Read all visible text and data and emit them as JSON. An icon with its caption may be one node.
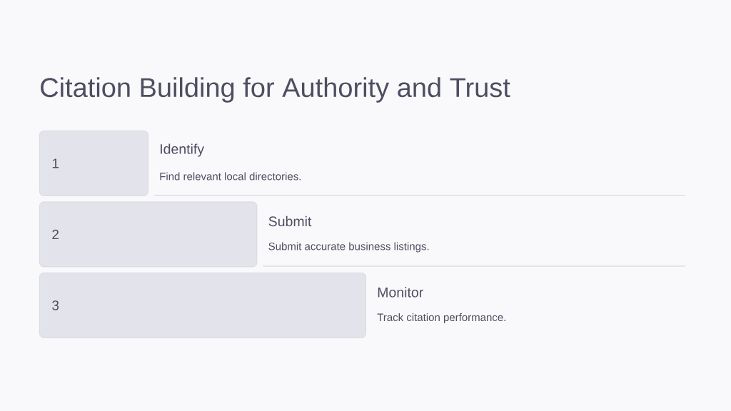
{
  "diagram": {
    "title": "Citation Building for Authority and Trust",
    "nodes": [
      {
        "text": [
          "1"
        ],
        "beside": [
          "Identify",
          "Find relevant local directories."
        ]
      },
      {
        "text": [
          "2"
        ],
        "beside": [
          "Submit",
          "Submit accurate business listings."
        ]
      },
      {
        "text": [
          "3"
        ],
        "beside": [
          "Monitor",
          "Track citation performance."
        ]
      }
    ]
  }
}
